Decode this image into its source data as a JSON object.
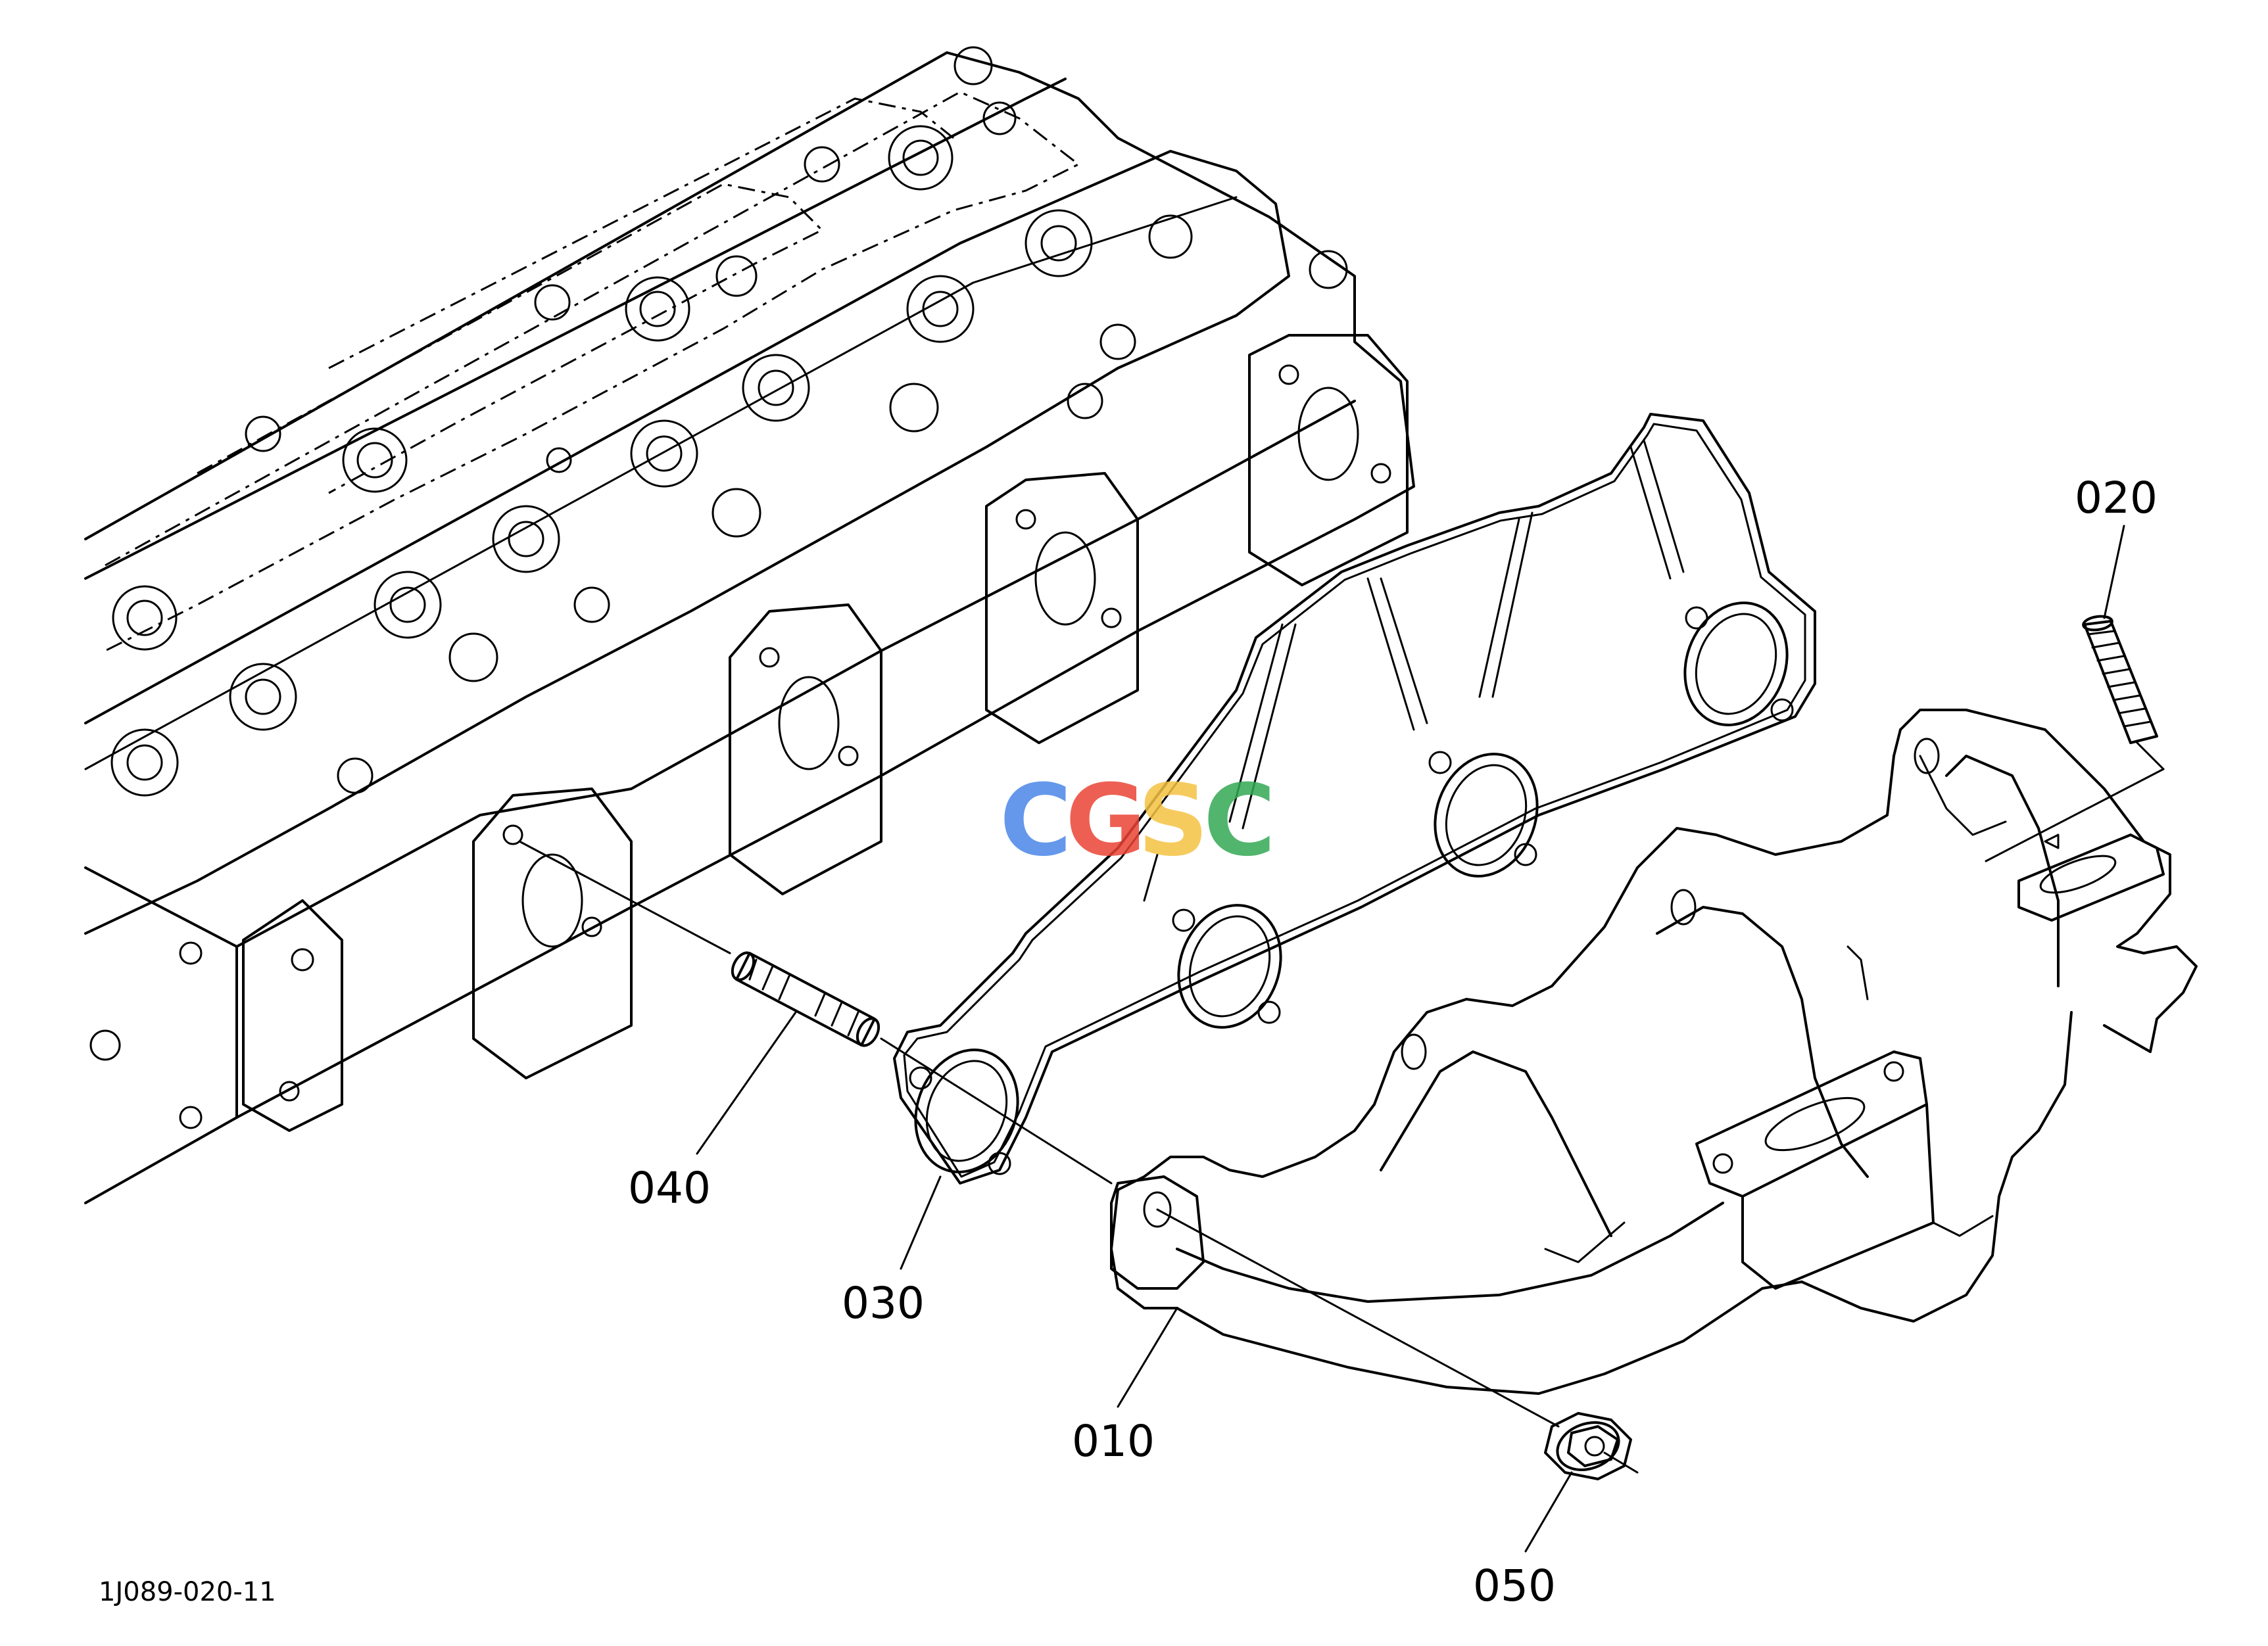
{
  "figure_code": "1J089-020-11",
  "watermark": {
    "letters": [
      "C",
      "G",
      "S",
      "C"
    ],
    "colors": [
      "#4a86e8",
      "#ea4335",
      "#f5c242",
      "#34a853"
    ]
  },
  "callouts": [
    {
      "id": "010",
      "label": "010",
      "part": "exhaust-manifold"
    },
    {
      "id": "020",
      "label": "020",
      "part": "stud-small"
    },
    {
      "id": "030",
      "label": "030",
      "part": "manifold-gasket"
    },
    {
      "id": "040",
      "label": "040",
      "part": "stud"
    },
    {
      "id": "050",
      "label": "050",
      "part": "flange-nut"
    }
  ]
}
